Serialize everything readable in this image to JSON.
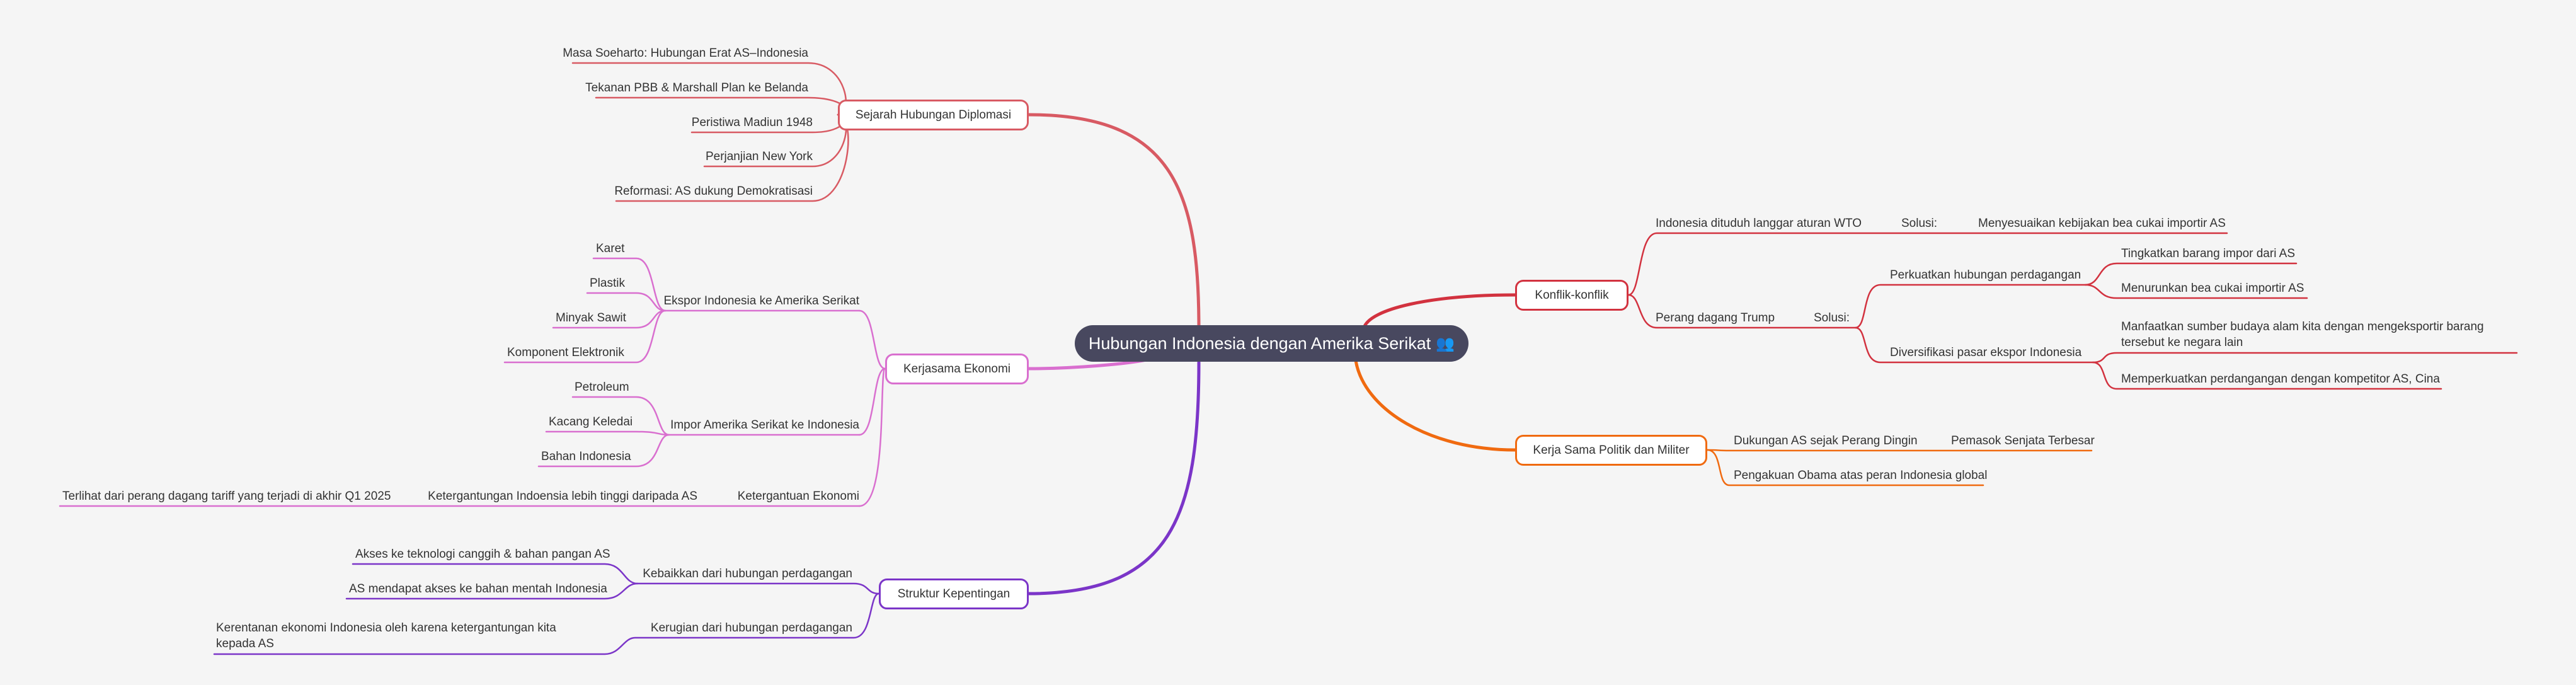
{
  "root": {
    "title": "Hubungan Indonesia dengan Amerika Serikat",
    "icon": "👥"
  },
  "colors": {
    "background": "#f5f5f5",
    "root": "#48485f",
    "sejarah": "#d85a63",
    "ekonomi": "#d96fcf",
    "struktur": "#7b35c8",
    "konflik": "#d2323f",
    "politik": "#f06a10"
  },
  "branches": {
    "sejarah": {
      "label": "Sejarah Hubungan Diplomasi",
      "items": [
        "Masa Soeharto: Hubungan Erat AS–Indonesia",
        "Tekanan PBB & Marshall Plan ke Belanda",
        "Peristiwa Madiun 1948",
        "Perjanjian New York",
        "Reformasi: AS dukung Demokratisasi"
      ]
    },
    "ekonomi": {
      "label": "Kerjasama Ekonomi",
      "ekspor": {
        "label": "Ekspor Indonesia ke Amerika Serikat",
        "items": [
          "Karet",
          "Plastik",
          "Minyak Sawit",
          "Komponent Elektronik"
        ]
      },
      "impor": {
        "label": "Impor Amerika Serikat ke Indonesia",
        "items": [
          "Petroleum",
          "Kacang Keledai",
          "Bahan Indonesia"
        ]
      },
      "ketergantuan": {
        "label": "Ketergantuan Ekonomi",
        "child": "Ketergantungan Indoensia lebih tinggi daripada AS",
        "grandchild": "Terlihat dari perang dagang tariff yang terjadi di akhir Q1 2025"
      }
    },
    "struktur": {
      "label": "Struktur Kepentingan",
      "kebaikan": {
        "label": "Kebaikkan dari hubungan perdagangan",
        "items": [
          "Akses ke teknologi canggih & bahan pangan AS",
          "AS mendapat akses ke bahan mentah Indonesia"
        ]
      },
      "kerugian": {
        "label": "Kerugian dari hubungan perdagangan",
        "items": [
          "Kerentanan ekonomi Indonesia oleh karena ketergantungan kita kepada AS"
        ]
      }
    },
    "konflik": {
      "label": "Konflik-konflik",
      "wto": {
        "label": "Indonesia dituduh langgar aturan WTO",
        "solusi": "Solusi:",
        "answer": "Menyesuaikan kebijakan bea cukai importir AS"
      },
      "trump": {
        "label": "Perang dagang Trump",
        "solusi": "Solusi:",
        "perkuatkan": {
          "label": "Perkuatkan hubungan perdagangan",
          "items": [
            "Tingkatkan barang impor dari AS",
            "Menurunkan bea cukai importir AS"
          ]
        },
        "diversifikasi": {
          "label": "Diversifikasi pasar ekspor Indonesia",
          "items": [
            "Manfaatkan sumber budaya alam kita dengan mengeksportir barang tersebut ke negara lain",
            "Memperkuatkan perdangangan dengan kompetitor AS, Cina"
          ]
        }
      }
    },
    "politik": {
      "label": "Kerja Sama Politik dan Militer",
      "dukungan": {
        "label": "Dukungan AS sejak Perang Dingin",
        "child": "Pemasok Senjata Terbesar"
      },
      "obama": "Pengakuan Obama atas peran Indonesia global"
    }
  }
}
